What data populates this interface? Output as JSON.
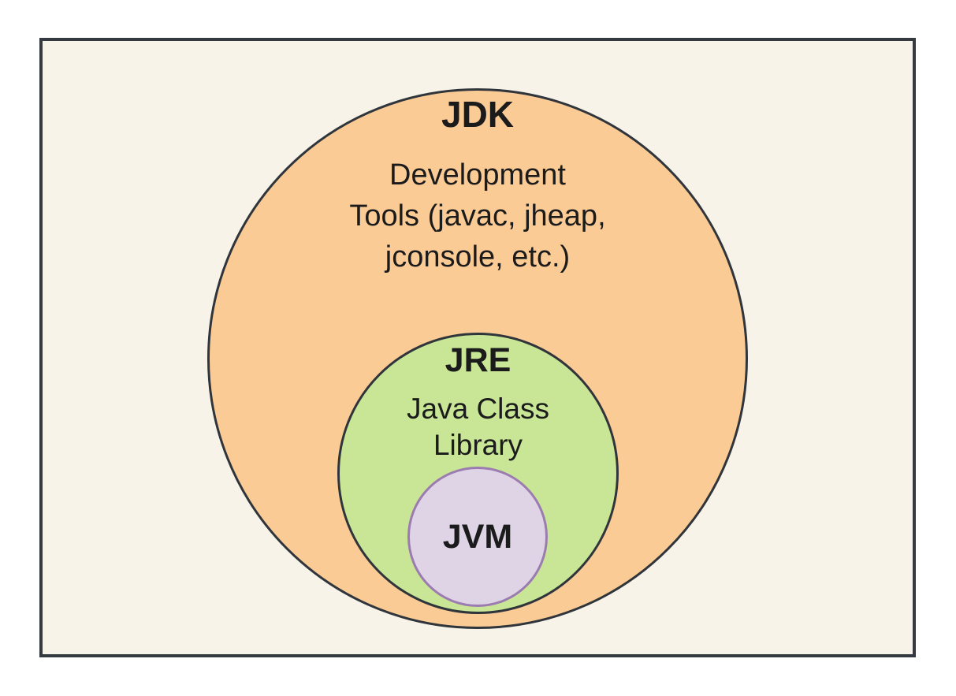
{
  "diagram": {
    "jdk": {
      "label": "JDK",
      "lines": [
        "Development",
        "Tools (javac, jheap,",
        "jconsole, etc.)"
      ],
      "fill": "#FBCB96"
    },
    "jre": {
      "label": "JRE",
      "lines": [
        "Java Class",
        "Library"
      ],
      "fill": "#C9E697"
    },
    "jvm": {
      "label": "JVM",
      "fill": "#DED4E6",
      "stroke": "#9C7CB0"
    },
    "colors": {
      "circle_outline": "#2F353B",
      "frame_border": "#343A40",
      "canvas_background": "#F7F3E8",
      "page_background": "#FFFFFF",
      "text": "#1B1B1B"
    }
  }
}
